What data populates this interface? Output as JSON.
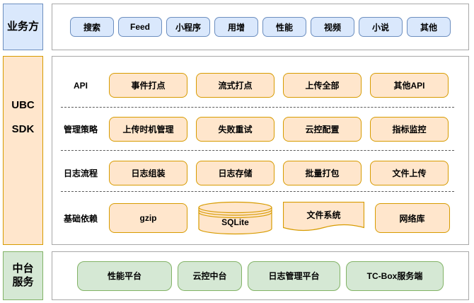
{
  "palette": {
    "blue_fill": "#DAE8FC",
    "blue_border": "#6C8EBF",
    "orange_fill": "#FFE6CC",
    "orange_border": "#D79B00",
    "green_fill": "#D5E8D4",
    "green_border": "#82B366",
    "container_border": "#A8A8A8",
    "separator": "#5B5B5B",
    "text": "#000000"
  },
  "sections": {
    "business": {
      "label": "业务方",
      "items": [
        "搜索",
        "Feed",
        "小程序",
        "用增",
        "性能",
        "视频",
        "小说",
        "其他"
      ]
    },
    "sdk": {
      "label_lines": [
        "UBC",
        "SDK"
      ],
      "rows": [
        {
          "label": "API",
          "items": [
            "事件打点",
            "流式打点",
            "上传全部",
            "其他API"
          ]
        },
        {
          "label": "管理策略",
          "items": [
            "上传时机管理",
            "失败重试",
            "云控配置",
            "指标监控"
          ]
        },
        {
          "label": "日志流程",
          "items": [
            "日志组装",
            "日志存储",
            "批量打包",
            "文件上传"
          ]
        },
        {
          "label": "基础依赖",
          "items": [
            "gzip",
            "SQLite",
            "文件系统",
            "网络库"
          ]
        }
      ]
    },
    "platform": {
      "label_lines": [
        "中台",
        "服务"
      ],
      "items": [
        "性能平台",
        "云控中台",
        "日志管理平台",
        "TC-Box服务端"
      ]
    }
  }
}
